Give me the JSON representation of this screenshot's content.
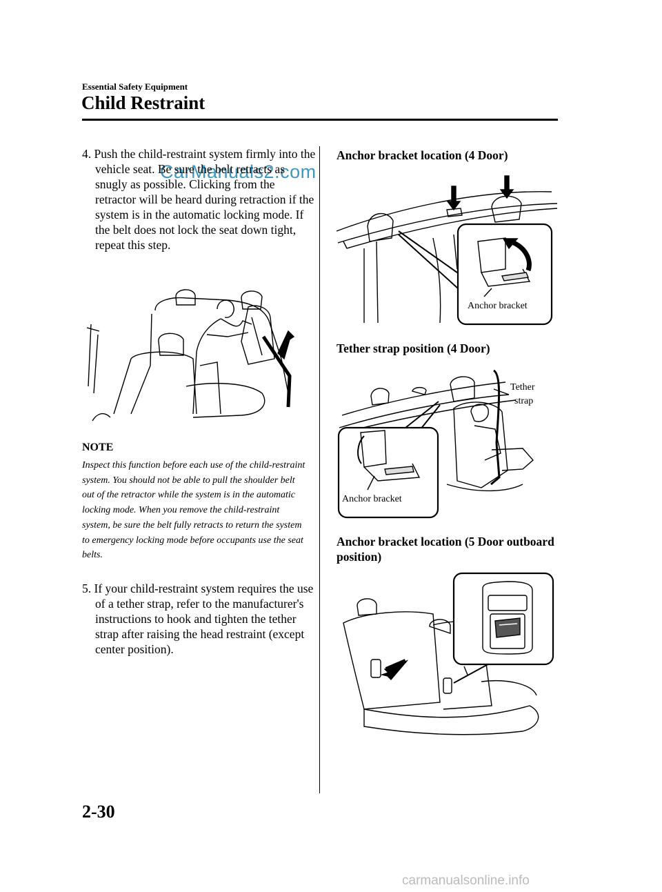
{
  "header": {
    "section": "Essential Safety Equipment",
    "title": "Child Restraint"
  },
  "watermark": "CarManuals2.com",
  "left_column": {
    "step4": {
      "number": "4.",
      "text": "Push the child-restraint system firmly into the vehicle seat. Be sure the belt retracts as snugly as possible. Clicking from the retractor will be heard during retraction if the system is in the automatic locking mode. If the belt does not lock the seat down tight, repeat this step."
    },
    "note": {
      "heading": "NOTE",
      "text": "Inspect this function before each use of the child-restraint system. You should not be able to pull the shoulder belt out of the retractor while the system is in the automatic locking mode. When you remove the child-restraint system, be sure the belt fully retracts to return the system to emergency locking mode before occupants use the seat belts."
    },
    "step5": {
      "number": "5.",
      "text": "If your child-restraint system requires the use of a tether strap, refer to the manufacturer's instructions to hook and tighten the tether strap after raising the head restraint (except center position)."
    }
  },
  "right_column": {
    "fig1": {
      "heading": "Anchor bracket location (4 Door)",
      "callout": "Anchor bracket"
    },
    "fig2": {
      "heading": "Tether strap position (4 Door)",
      "callout_tether_line1": "Tether",
      "callout_tether_line2": "strap",
      "callout_anchor": "Anchor bracket"
    },
    "fig3": {
      "heading": "Anchor bracket location (5 Door outboard position)"
    }
  },
  "footer": {
    "page_number": "2-30",
    "site": "carmanualsonline.info"
  }
}
